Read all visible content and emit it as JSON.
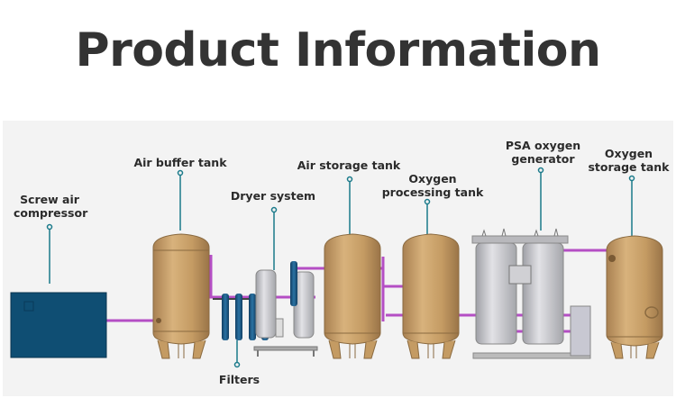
{
  "title": "Product Information",
  "diagram": {
    "type": "process-flow",
    "labels": {
      "screw_air_compressor": [
        "Screw air",
        "compressor"
      ],
      "air_buffer_tank": "Air buffer tank",
      "dryer_system": "Dryer system",
      "filters": "Filters",
      "air_storage_tank": "Air storage tank",
      "oxygen_processing_tank": [
        "Oxygen",
        "processing tank"
      ],
      "psa_oxygen_generator": [
        "PSA oxygen",
        "generator"
      ],
      "oxygen_storage_tank": [
        "Oxygen",
        "storage tank"
      ]
    },
    "colors": {
      "title": "#333333",
      "leader_line": "#1a7a8a",
      "pipe": "#b44ec4",
      "tank": "#c9a16a",
      "compressor": "#0f4e73",
      "filter": "#1d5f8c",
      "steel": "#c4c4c8"
    }
  }
}
